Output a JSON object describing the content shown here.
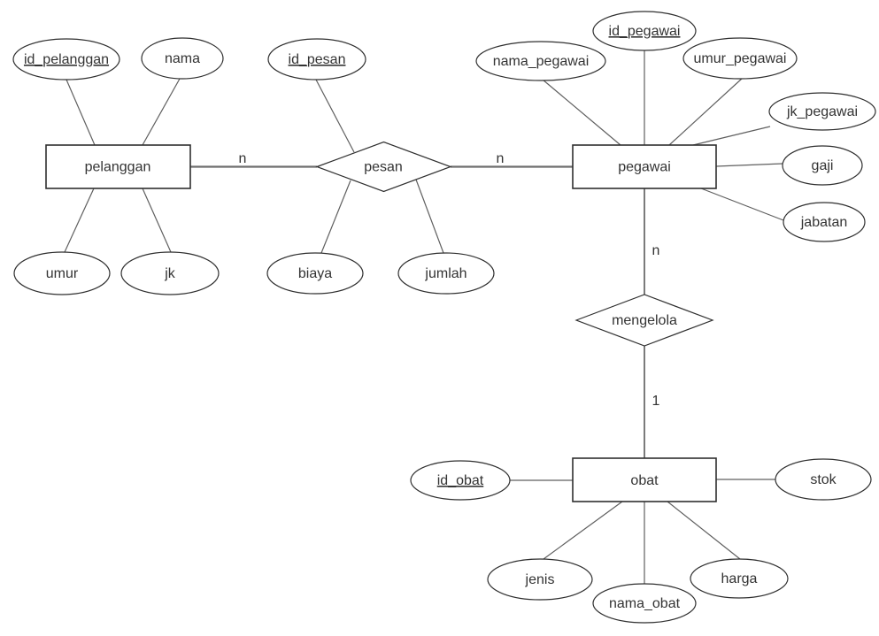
{
  "diagram": {
    "kind": "entity-relationship",
    "colors": {
      "background": "#ffffff",
      "shape_outline": "#2f2f2f",
      "connector_line": "#5f5f5f",
      "relationship_line": "#6e6e6e",
      "text": "#333333"
    },
    "entities": [
      {
        "name": "pelanggan",
        "attributes": [
          {
            "name": "id_pelanggan",
            "primary_key": true
          },
          {
            "name": "nama",
            "primary_key": false
          },
          {
            "name": "umur",
            "primary_key": false
          },
          {
            "name": "jk",
            "primary_key": false
          }
        ]
      },
      {
        "name": "pegawai",
        "attributes": [
          {
            "name": "id_pegawai",
            "primary_key": true
          },
          {
            "name": "nama_pegawai",
            "primary_key": false
          },
          {
            "name": "umur_pegawai",
            "primary_key": false
          },
          {
            "name": "jk_pegawai",
            "primary_key": false
          },
          {
            "name": "gaji",
            "primary_key": false
          },
          {
            "name": "jabatan",
            "primary_key": false
          }
        ]
      },
      {
        "name": "obat",
        "attributes": [
          {
            "name": "id_obat",
            "primary_key": true
          },
          {
            "name": "stok",
            "primary_key": false
          },
          {
            "name": "jenis",
            "primary_key": false
          },
          {
            "name": "nama_obat",
            "primary_key": false
          },
          {
            "name": "harga",
            "primary_key": false
          }
        ]
      }
    ],
    "relationships": [
      {
        "name": "pesan",
        "between": [
          "pelanggan",
          "pegawai"
        ],
        "cardinalities": [
          {
            "side": "pelanggan",
            "value": "n"
          },
          {
            "side": "pegawai",
            "value": "n"
          }
        ],
        "attributes": [
          {
            "name": "id_pesan",
            "primary_key": true
          },
          {
            "name": "biaya",
            "primary_key": false
          },
          {
            "name": "jumlah",
            "primary_key": false
          }
        ]
      },
      {
        "name": "mengelola",
        "between": [
          "pegawai",
          "obat"
        ],
        "cardinalities": [
          {
            "side": "pegawai",
            "value": "n"
          },
          {
            "side": "obat",
            "value": "1"
          }
        ],
        "attributes": []
      }
    ]
  }
}
